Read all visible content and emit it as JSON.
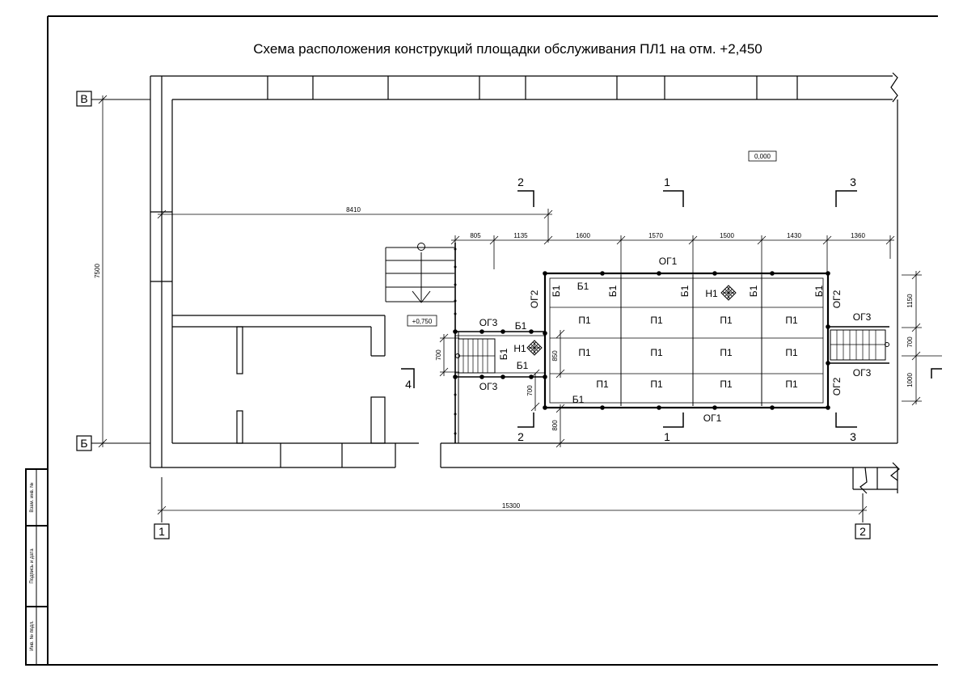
{
  "title": "Схема расположения конструкций площадки обслуживания ПЛ1 на отм. +2,450",
  "axes": {
    "top": "В",
    "bottom": "Б",
    "left": "1",
    "right": "2"
  },
  "levels": {
    "floor": "0,000",
    "stair": "+0,750"
  },
  "dimensions": {
    "overall_width": "15300",
    "overall_height": "7500",
    "to_platform": "8410",
    "chain": [
      "805",
      "1135",
      "1600",
      "1570",
      "1500",
      "1430",
      "1360"
    ],
    "right_chain": [
      "1150",
      "700",
      "1000"
    ],
    "left_stair": "700",
    "inner_850": "850",
    "inner_700": "700",
    "inner_800": "800"
  },
  "sections": {
    "s1": "1",
    "s2": "2",
    "s3": "3",
    "s4": "4"
  },
  "marks": {
    "og1": "ОГ1",
    "og2": "ОГ2",
    "og3": "ОГ3",
    "b1": "Б1",
    "p1": "П1",
    "n1": "Н1"
  },
  "stamp": {
    "inv_orig": "Инв. № подл.",
    "sign_date": "Подпись и дата",
    "inv_repl": "Взам. инв. №"
  }
}
